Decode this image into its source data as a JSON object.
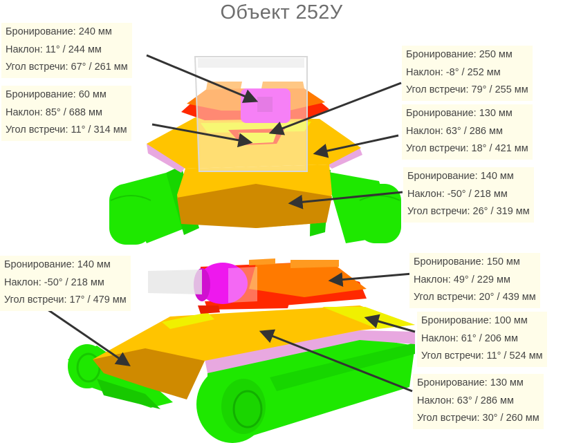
{
  "title": "Объект 252У",
  "callouts_top": [
    {
      "armor": "Бронирование: 240 мм",
      "slope": "Наклон: 11° / 244 мм",
      "angle": "Угол встречи: 67° / 261 мм"
    },
    {
      "armor": "Бронирование: 60 мм",
      "slope": "Наклон: 85° / 688 мм",
      "angle": "Угол встречи: 11° / 314 мм"
    },
    {
      "armor": "Бронирование: 250 мм",
      "slope": "Наклон: -8° / 252 мм",
      "angle": "Угол встречи: 79° / 255 мм"
    },
    {
      "armor": "Бронирование: 130 мм",
      "slope": "Наклон: 63° / 286 мм",
      "angle": "Угол встречи: 18° / 421 мм"
    },
    {
      "armor": "Бронирование: 140 мм",
      "slope": "Наклон: -50° / 218 мм",
      "angle": "Угол встречи: 26° / 319 мм"
    }
  ],
  "callouts_bottom": [
    {
      "armor": "Бронирование: 140 мм",
      "slope": "Наклон: -50° / 218 мм",
      "angle": "Угол встречи: 17° / 479 мм"
    },
    {
      "armor": "Бронирование: 150 мм",
      "slope": "Наклон: 49° / 229 мм",
      "angle": "Угол встречи: 20° / 439 мм"
    },
    {
      "armor": "Бронирование: 100 мм",
      "slope": "Наклон: 61° / 206 мм",
      "angle": "Угол встречи: 11° / 524 мм"
    },
    {
      "armor": "Бронирование: 130 мм",
      "slope": "Наклон: 63° / 286 мм",
      "angle": "Угол встречи: 30° / 260 мм"
    }
  ],
  "colors": {
    "track_green": "#1ee800",
    "hull_yellow": "#ffc400",
    "lower_plate": "#cf8a00",
    "turret_red": "#ff2800",
    "turret_orange": "#ff7a00",
    "mantlet_magenta": "#ee18ee",
    "side_pink": "#e8a8e0",
    "pale_yellow": "#f0f000",
    "arrow": "#333333",
    "label_bg": "#fffde9"
  }
}
